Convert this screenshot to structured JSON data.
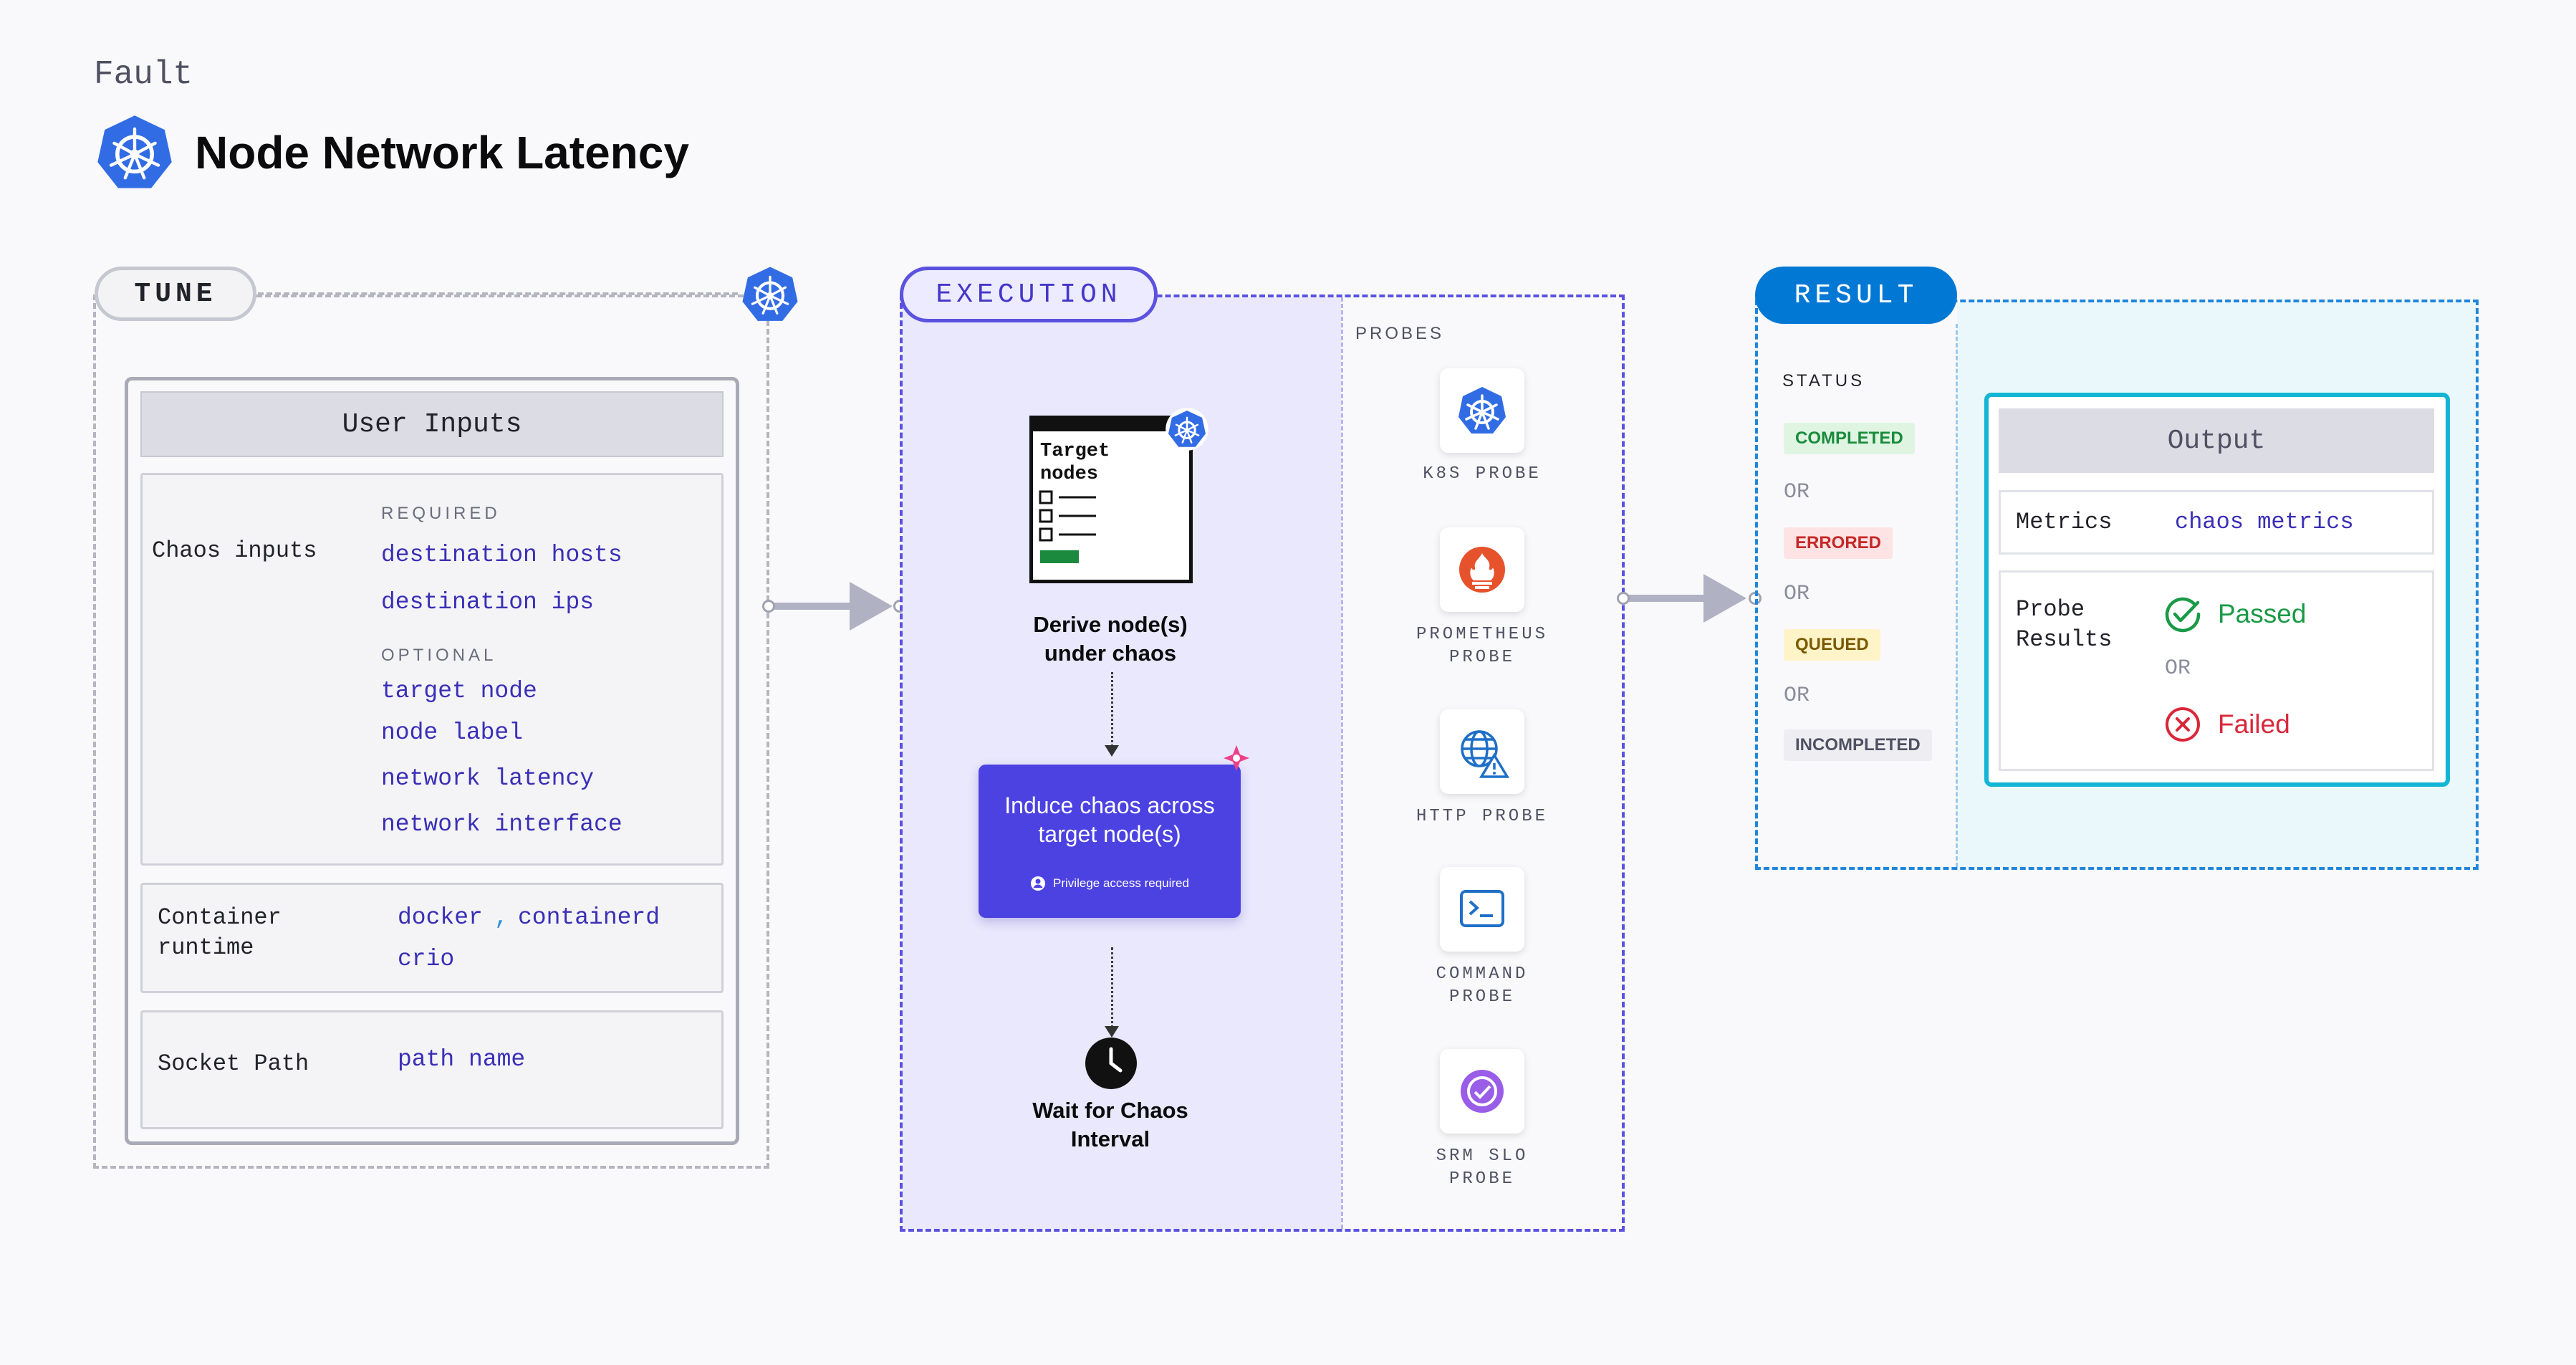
{
  "header": {
    "fault_label": "Fault",
    "title": "Node Network Latency"
  },
  "sections": {
    "tune": "TUNE",
    "execution": "EXECUTION",
    "result": "RESULT"
  },
  "tune": {
    "panel_title": "User Inputs",
    "chaos_inputs": {
      "label": "Chaos inputs",
      "required_label": "REQUIRED",
      "required": [
        "destination hosts",
        "destination ips"
      ],
      "optional_label": "OPTIONAL",
      "optional": [
        "target node",
        "node label",
        "network latency",
        "network interface"
      ]
    },
    "container_runtime": {
      "label_line1": "Container",
      "label_line2": "runtime",
      "values": [
        "docker",
        ",",
        "containerd",
        "crio"
      ]
    },
    "socket_path": {
      "label": "Socket Path",
      "value": "path name"
    }
  },
  "execution": {
    "target_doc": {
      "line1": "Target",
      "line2": "nodes"
    },
    "step1": {
      "line1": "Derive node(s)",
      "line2": "under chaos"
    },
    "step2": {
      "line1": "Induce chaos across",
      "line2": "target node(s)",
      "note": "Privilege access required"
    },
    "step3": {
      "line1": "Wait for Chaos",
      "line2": "Interval"
    },
    "probes_label": "PROBES",
    "probes": [
      {
        "line1": "K8S PROBE",
        "line2": "",
        "icon": "k8s-icon"
      },
      {
        "line1": "PROMETHEUS",
        "line2": "PROBE",
        "icon": "prometheus-icon"
      },
      {
        "line1": "HTTP PROBE",
        "line2": "",
        "icon": "http-globe-icon"
      },
      {
        "line1": "COMMAND",
        "line2": "PROBE",
        "icon": "terminal-icon"
      },
      {
        "line1": "SRM SLO",
        "line2": "PROBE",
        "icon": "srm-slo-icon"
      }
    ]
  },
  "result": {
    "status_label": "STATUS",
    "statuses": [
      "COMPLETED",
      "ERRORED",
      "QUEUED",
      "INCOMPLETED"
    ],
    "or_text": "OR",
    "output": {
      "title": "Output",
      "metrics_label": "Metrics",
      "metrics_value": "chaos metrics",
      "probe_results_line1": "Probe",
      "probe_results_line2": "Results",
      "passed": "Passed",
      "failed": "Failed"
    }
  },
  "colors": {
    "execution_accent": "#5b52e0",
    "result_accent": "#0278d5",
    "param_text": "#3a2fb6",
    "completed": "#1a8b3c",
    "errored": "#c62828",
    "queued": "#7a5a00"
  }
}
